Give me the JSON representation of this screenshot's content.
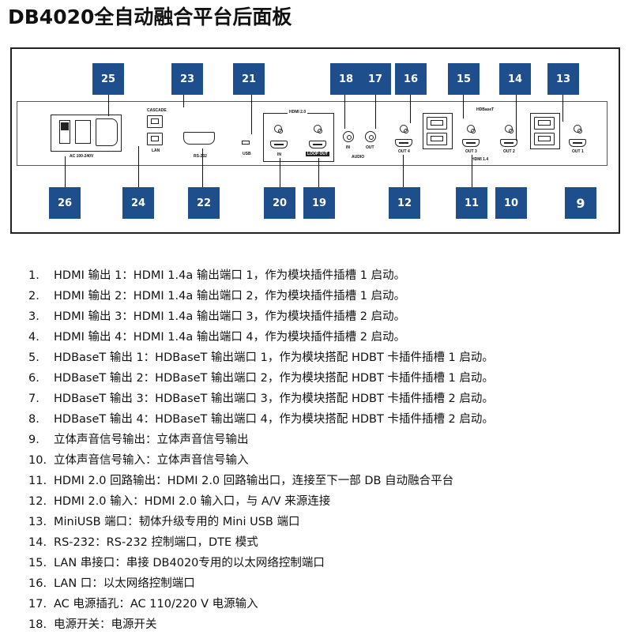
{
  "title": "DB4020全自动融合平台后面板",
  "panel_labels": {
    "cascade": "CASCADE",
    "lan": "LAN",
    "rs232": "RS-232",
    "usb": "USB",
    "hdmi20": "HDMI 2.0",
    "in": "IN",
    "loop_out": "LOOP OUT",
    "audio_in": "IN",
    "audio_out": "OUT",
    "audio": "AUDIO",
    "hdbaset": "HDBaseT",
    "out4": "OUT 4",
    "out3": "OUT 3",
    "out2": "OUT 2",
    "out1": "OUT 1",
    "hdmi14": "HDMI 1.4",
    "ac": "AC 100-240V"
  },
  "callouts": {
    "c25": "25",
    "c23": "23",
    "c21": "21",
    "c18": "18",
    "c17": "17",
    "c16": "16",
    "c15": "15",
    "c14": "14",
    "c13": "13",
    "c26": "26",
    "c24": "24",
    "c22": "22",
    "c20": "20",
    "c19": "19",
    "c12": "12",
    "c11": "11",
    "c10": "10",
    "c9": "9"
  },
  "items": [
    {
      "num": "1.",
      "text": "HDMI 输出 1：HDMI 1.4a 输出端口 1，作为模块插件插槽 1 启动。"
    },
    {
      "num": "2.",
      "text": "HDMI 输出 2：HDMI 1.4a 输出端口 2，作为模块插件插槽 1 启动。"
    },
    {
      "num": "3.",
      "text": "HDMI 输出 3：HDMI 1.4a 输出端口 3，作为模块插件插槽 2 启动。"
    },
    {
      "num": "4.",
      "text": "HDMI 输出 4：HDMI 1.4a 输出端口 4，作为模块插件插槽 2 启动。"
    },
    {
      "num": "5.",
      "text": "HDBaseT 输出 1：HDBaseT 输出端口 1，作为模块搭配 HDBT 卡插件插槽 1 启动。"
    },
    {
      "num": "6.",
      "text": "HDBaseT 输出 2：HDBaseT 输出端口 2，作为模块搭配 HDBT 卡插件插槽 1 启动。"
    },
    {
      "num": "7.",
      "text": "HDBaseT 输出 3：HDBaseT 输出端口 3，作为模块搭配 HDBT 卡插件插槽 2 启动。"
    },
    {
      "num": "8.",
      "text": "HDBaseT 输出 4：HDBaseT 输出端口 4，作为模块搭配 HDBT 卡插件插槽 2 启动。"
    },
    {
      "num": "9.",
      "text": "立体声音信号输出：立体声音信号输出"
    },
    {
      "num": "10.",
      "text": "立体声音信号输入：立体声音信号输入"
    },
    {
      "num": "11.",
      "text": "HDMI 2.0 回路输出：HDMI 2.0 回路输出口，连接至下一部 DB 自动融合平台"
    },
    {
      "num": "12.",
      "text": "HDMI 2.0 输入：HDMI 2.0 输入口，与 A/V 来源连接"
    },
    {
      "num": "13.",
      "text": "MiniUSB 端口：韧体升级专用的 Mini USB 端口"
    },
    {
      "num": "14.",
      "text": "RS-232：RS-232 控制端口，DTE 模式"
    },
    {
      "num": "15.",
      "text": "LAN 串接口：串接 DB4020专用的以太网络控制端口"
    },
    {
      "num": "16.",
      "text": "LAN 口：以太网络控制端口"
    },
    {
      "num": "17.",
      "text": "AC 电源插孔：AC 110/220 V 电源输入"
    },
    {
      "num": "18.",
      "text": "电源开关：电源开关"
    }
  ]
}
